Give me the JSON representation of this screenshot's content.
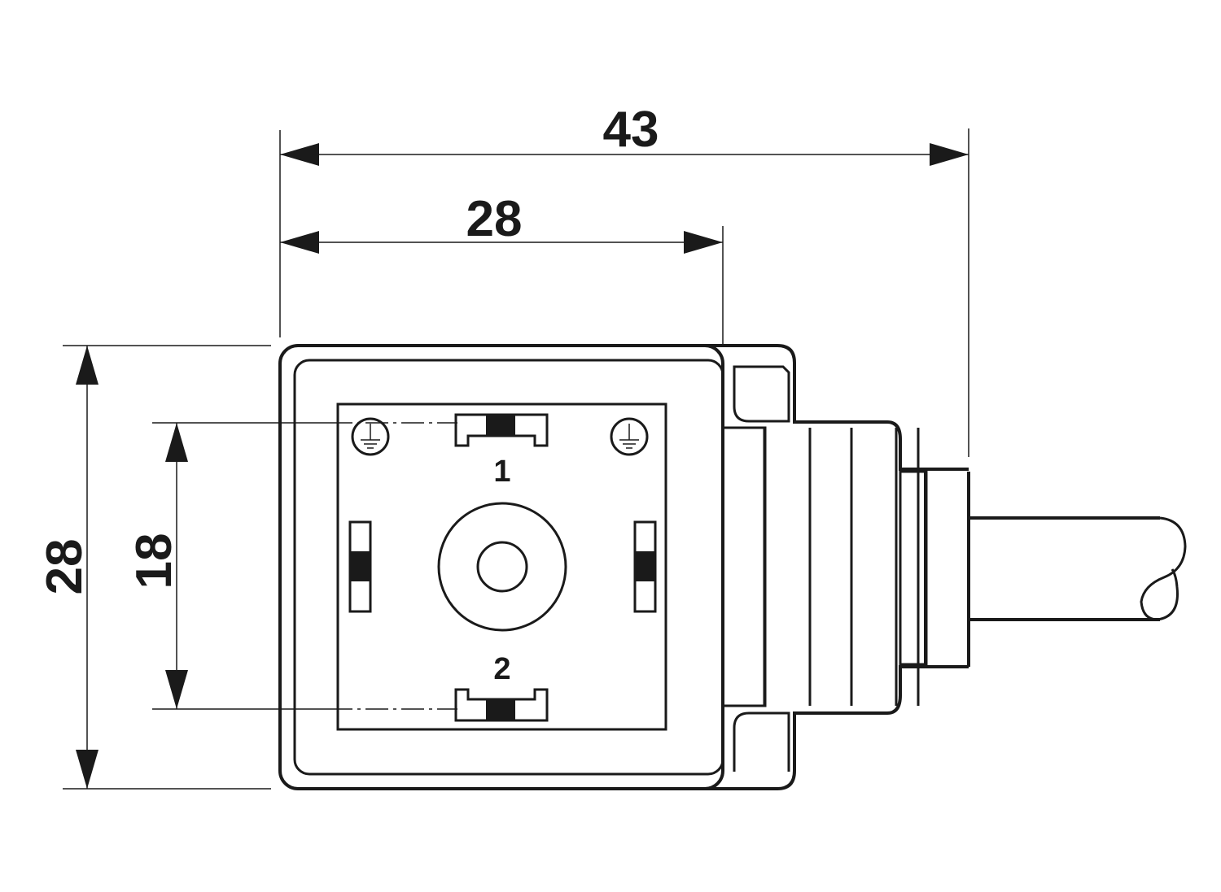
{
  "dimensions": {
    "overall_length": "43",
    "housing_width": "28",
    "housing_height": "28",
    "contact_spacing": "18"
  },
  "contact_labels": {
    "contact_1": "1",
    "contact_2": "2"
  },
  "colors": {
    "line": "#1a1a1a",
    "background": "#ffffff"
  }
}
